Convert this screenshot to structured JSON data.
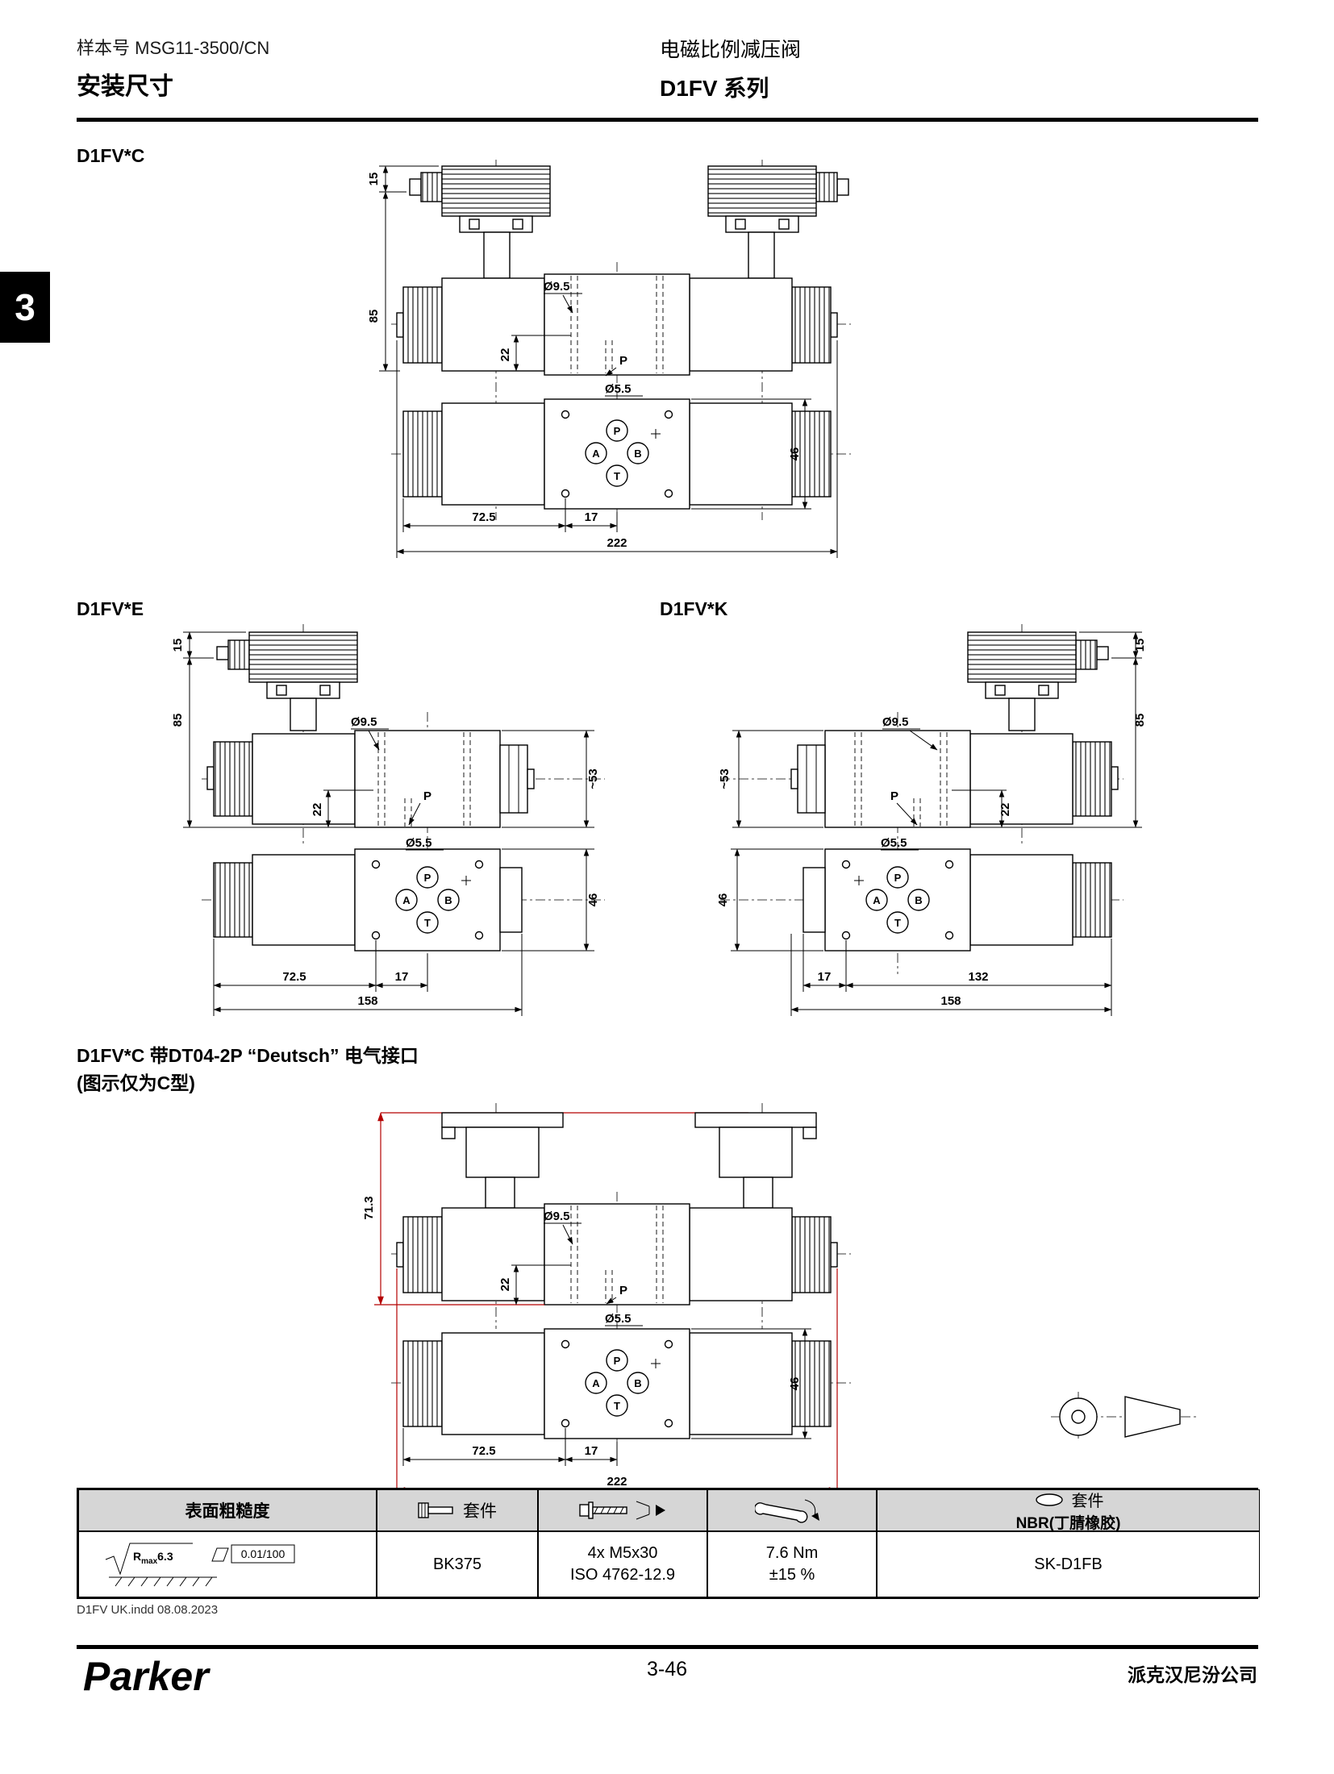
{
  "header": {
    "doc_number": "样本号 MSG11-3500/CN",
    "page_title": "安装尺寸",
    "product_title": "电磁比例减压阀",
    "series_title": "D1FV 系列"
  },
  "side_tab": {
    "number": "3"
  },
  "drawings": {
    "c": {
      "label": "D1FV*C"
    },
    "e": {
      "label": "D1FV*E"
    },
    "k": {
      "label": "D1FV*K"
    },
    "deutsch": {
      "label_line1": "D1FV*C 带DT04-2P “Deutsch” 电气接口",
      "label_line2": "(图示仅为C型)"
    }
  },
  "dims": {
    "h15": "15",
    "h85": "85",
    "dia95": "Ø9.5",
    "h22": "22",
    "port_p": "P",
    "dia55": "Ø5.5",
    "w46": "46",
    "w725": "72.5",
    "w17": "17",
    "w222": "222",
    "h53": "~53",
    "w158": "158",
    "w132": "132",
    "h713": "71.3"
  },
  "ports": {
    "p": "P",
    "a": "A",
    "b": "B",
    "t": "T"
  },
  "table": {
    "surface_header": "表面粗糙度",
    "kit_header": "套件",
    "seal_kit_header": "套件",
    "seal_material": "NBR(丁腈橡胶)",
    "roughness_r": "R",
    "roughness_sub": "max",
    "roughness_value": "6.3",
    "flatness": "0.01/100",
    "bolt_kit": "BK375",
    "screws_line1": "4x M5x30",
    "screws_line2": "ISO 4762-12.9",
    "torque_line1": "7.6 Nm",
    "torque_line2": "±15 %",
    "seal_kit": "SK-D1FB"
  },
  "footer": {
    "file_note": "D1FV UK.indd 08.08.2023",
    "page_number": "3-46",
    "company": "派克汉尼汾公司",
    "logo": "Parker"
  }
}
